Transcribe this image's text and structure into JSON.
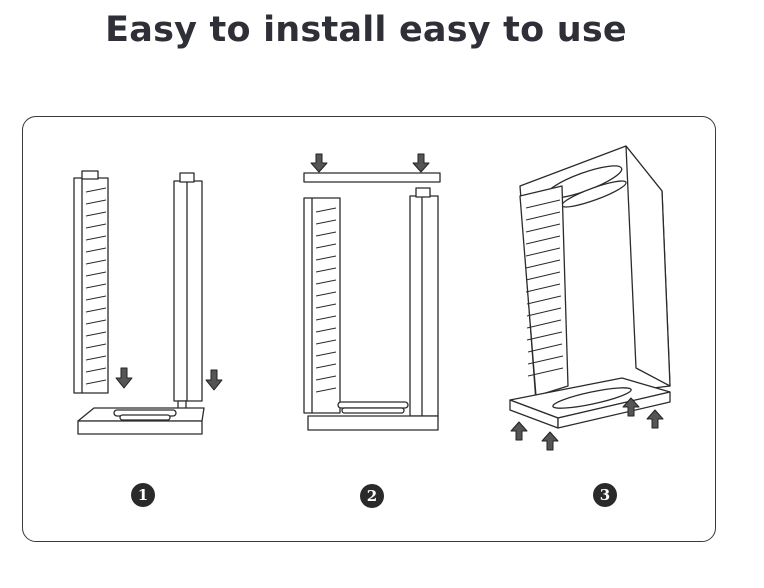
{
  "header": {
    "title": "Easy to install easy to use"
  },
  "steps": [
    {
      "number": "1"
    },
    {
      "number": "2"
    },
    {
      "number": "3"
    }
  ]
}
